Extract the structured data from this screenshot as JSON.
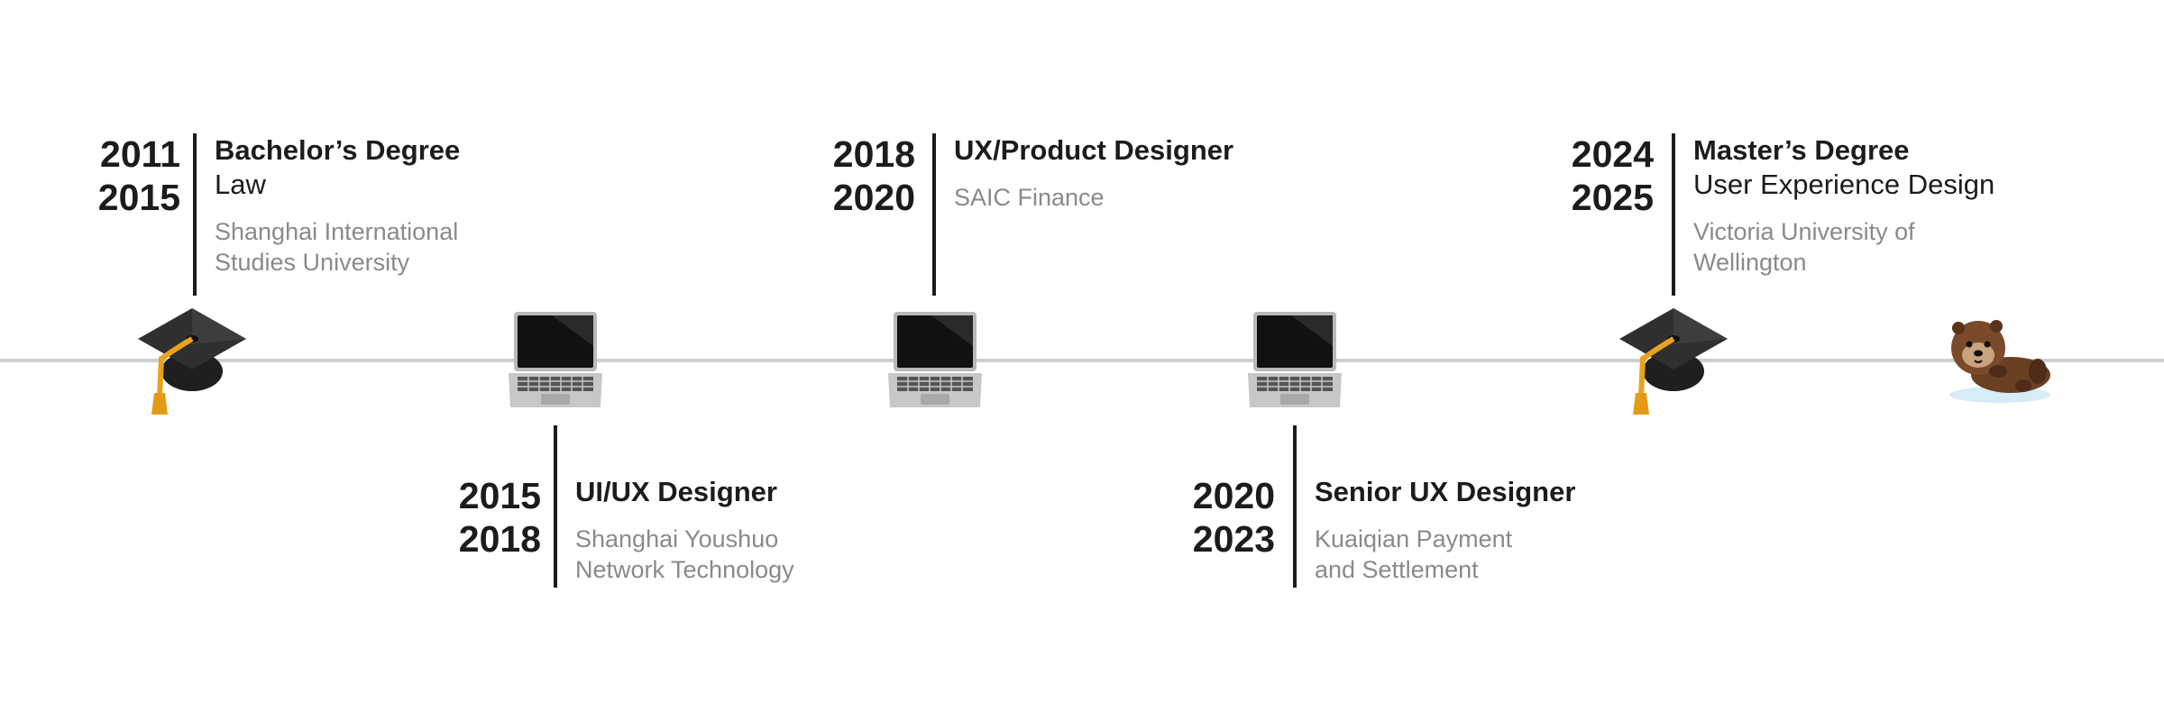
{
  "timeline": {
    "entries": [
      {
        "start": "2011",
        "end": "2015",
        "title": "Bachelor’s Degree",
        "subtitle": "Law",
        "org": "Shanghai International Studies University",
        "icon": "graduation-cap-icon"
      },
      {
        "start": "2015",
        "end": "2018",
        "title": "UI/UX Designer",
        "subtitle": "",
        "org": "Shanghai Youshuo Network Technology",
        "icon": "laptop-icon"
      },
      {
        "start": "2018",
        "end": "2020",
        "title": "UX/Product Designer",
        "subtitle": "",
        "org": "SAIC Finance",
        "icon": "laptop-icon"
      },
      {
        "start": "2020",
        "end": "2023",
        "title": "Senior UX Designer",
        "subtitle": "",
        "org": "Kuaiqian Payment and Settlement",
        "icon": "laptop-icon"
      },
      {
        "start": "2024",
        "end": "2025",
        "title": "Master’s Degree",
        "subtitle": "User Experience Design",
        "org": "Victoria University of Wellington",
        "icon": "graduation-cap-icon"
      }
    ],
    "end_icon": "otter-icon"
  }
}
